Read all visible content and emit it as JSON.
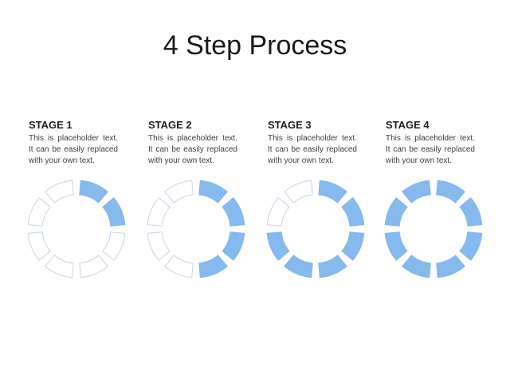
{
  "title": "4 Step Process",
  "stages": [
    {
      "label": "STAGE 1",
      "description": "This is placeholder text. It can be easily replaced with your own text.",
      "filled_segments": 2,
      "total_segments": 8
    },
    {
      "label": "STAGE 2",
      "description": "This is placeholder text. It can be easily replaced with your own text.",
      "filled_segments": 4,
      "total_segments": 8
    },
    {
      "label": "STAGE 3",
      "description": "This is placeholder text. It can be easily replaced with your own text.",
      "filled_segments": 6,
      "total_segments": 8
    },
    {
      "label": "STAGE 4",
      "description": "This is placeholder text. It can be easily replaced with your own text.",
      "filled_segments": 8,
      "total_segments": 8
    }
  ],
  "colors": {
    "segment_filled": "#85BAEE",
    "segment_empty_stroke": "#C9D6E3",
    "segment_empty_fill": "#FFFFFF",
    "title_text": "#1A1A1A",
    "body_text": "#3D3D3D"
  }
}
